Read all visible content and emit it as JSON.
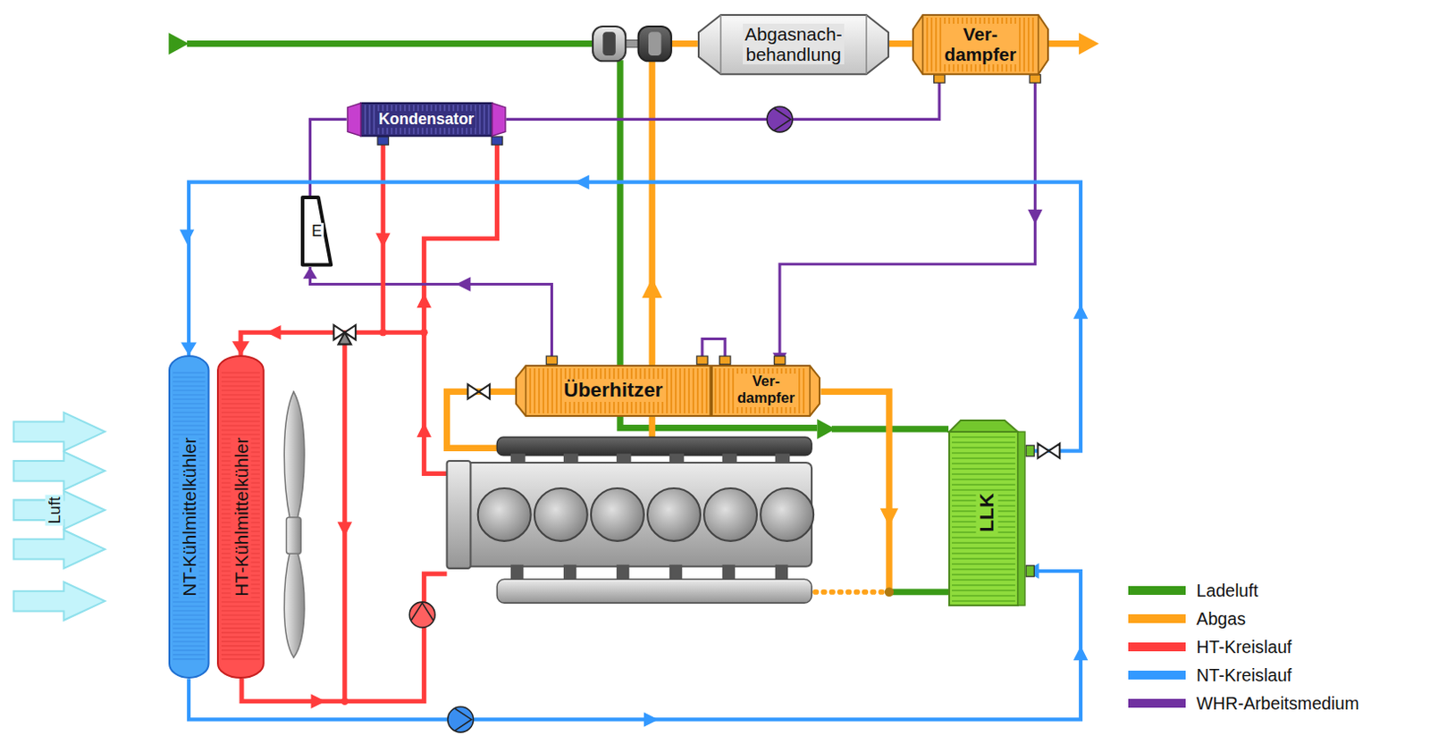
{
  "diagram": {
    "nodes": [
      {
        "text": [
          "Abgasnach- behandlung"
        ]
      },
      {
        "text": [
          "Ver- dampfer"
        ]
      },
      {
        "text": [
          "Kondensator"
        ]
      },
      {
        "text": [
          "E"
        ]
      },
      {
        "text": [
          "NT-Kühlmittelkühler"
        ]
      },
      {
        "text": [
          "HT-Kühlmittelkühler"
        ]
      },
      {
        "text": [
          "Überhitzer"
        ]
      },
      {
        "text": [
          "Ver- dampfer"
        ]
      },
      {
        "text": [
          "LLK"
        ]
      }
    ],
    "edges": [
      {
        "from": 0,
        "to": 1,
        "arrow": "none"
      },
      {
        "from": 2,
        "to": 1,
        "arrow": "none"
      },
      {
        "from": 1,
        "to": 7,
        "arrow": "to"
      },
      {
        "from": 7,
        "to": 6,
        "arrow": "none"
      },
      {
        "from": 6,
        "to": 3,
        "arrow": "to"
      },
      {
        "from": 3,
        "to": 2,
        "arrow": "none"
      },
      {
        "from": 2,
        "to": 5,
        "arrow": "to"
      },
      {
        "from": 8,
        "to": 4,
        "arrow": "to"
      },
      {
        "from": 4,
        "to": 8,
        "arrow": "to"
      }
    ],
    "labels": [
      "Luft"
    ],
    "legend": [
      {
        "text": "Ladeluft",
        "color": "#3a9a17"
      },
      {
        "text": "Abgas",
        "color": "#ffa31a"
      },
      {
        "text": "HT-Kreislauf",
        "color": "#ff3c3c"
      },
      {
        "text": "NT-Kreislauf",
        "color": "#3399ff"
      },
      {
        "text": "WHR-Arbeitsmedium",
        "color": "#7030a0"
      }
    ]
  }
}
